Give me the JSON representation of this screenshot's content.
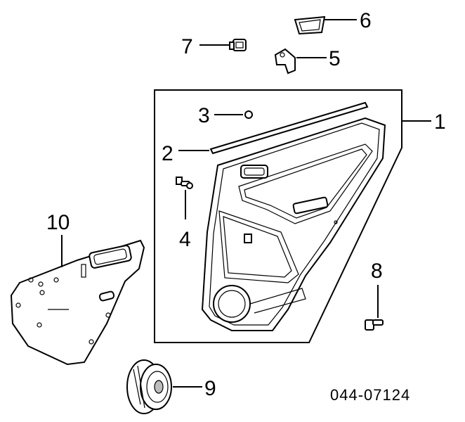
{
  "callouts": [
    {
      "id": "1",
      "label": "1"
    },
    {
      "id": "2",
      "label": "2"
    },
    {
      "id": "3",
      "label": "3"
    },
    {
      "id": "4",
      "label": "4"
    },
    {
      "id": "5",
      "label": "5"
    },
    {
      "id": "6",
      "label": "6"
    },
    {
      "id": "7",
      "label": "7"
    },
    {
      "id": "8",
      "label": "8"
    },
    {
      "id": "9",
      "label": "9"
    },
    {
      "id": "10",
      "label": "10"
    }
  ],
  "diagram_code": "044-07124"
}
